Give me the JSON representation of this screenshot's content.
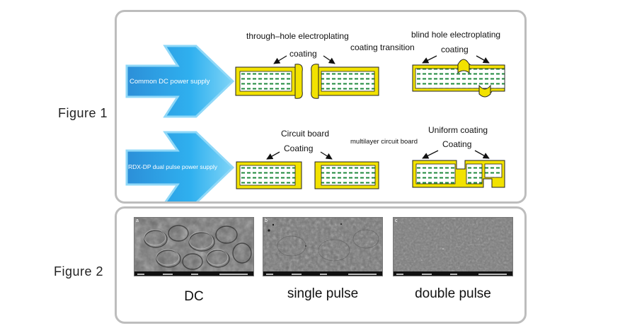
{
  "figure1": {
    "label": "Figure 1",
    "top_arrow_text": "Common DC power supply",
    "bottom_arrow_text": "RDX-DP dual pulse power supply",
    "through_hole_label": "through–hole electroplating",
    "coating_label_top": "coating",
    "coating_transition_label": "coating transition",
    "blind_hole_label": "blind hole electroplating",
    "coating_label_blind": "coating",
    "circuit_board_label": "Circuit board",
    "coating_label_bottom": "Coating",
    "multilayer_label": "multilayer circuit board",
    "uniform_coating_label": "Uniform coating",
    "coating_label_uniform": "Coating"
  },
  "figure2": {
    "label": "Figure 2",
    "images": [
      {
        "letter": "a",
        "caption": "DC"
      },
      {
        "letter": "b",
        "caption": "single pulse"
      },
      {
        "letter": "c",
        "caption": "double pulse"
      }
    ]
  },
  "colors": {
    "arrow_blue": "#1ea0e6",
    "arrow_outline": "#5bc4f2",
    "coating_yellow": "#f2e200",
    "layer_green": "#1f8a3c",
    "panel_border": "#bdbdbd"
  }
}
